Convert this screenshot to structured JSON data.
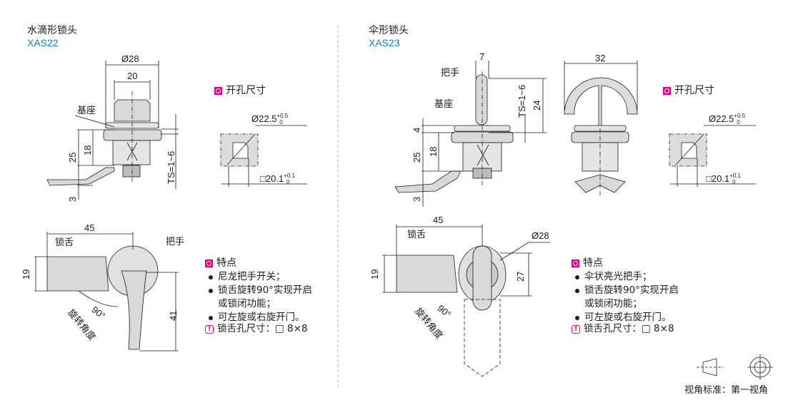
{
  "left": {
    "title": "水滴形锁头",
    "model": "XAS22",
    "dims": {
      "d28": "Ø28",
      "w20": "20",
      "h25": "25",
      "h18": "18",
      "h3": "3",
      "ts": "TS=1~6",
      "w45": "45",
      "h19": "19",
      "h41": "41",
      "angle": "90°"
    },
    "labels": {
      "base": "基座",
      "tongue": "锁舌",
      "handle": "把手",
      "rotation": "旋转角度"
    },
    "cutout": {
      "heading": "开孔尺寸",
      "dia": "Ø22.5",
      "dia_tol_upper": "+0.5",
      "dia_tol_lower": "0",
      "square": "□20.1",
      "sq_tol_upper": "+0.1",
      "sq_tol_lower": "0"
    },
    "features": {
      "heading": "特点",
      "items": [
        "尼龙把手开关；",
        "锁舌旋转90°实现开启",
        "或锁闭功能；",
        "可左旋或右旋开门。"
      ],
      "note": "锁舌孔尺寸：□ 8×8"
    }
  },
  "right": {
    "title": "伞形锁头",
    "model": "XAS23",
    "dims": {
      "w7": "7",
      "ts": "TS=1~6",
      "h24": "24",
      "h4": "4",
      "h25": "25",
      "h18": "18",
      "h3": "3",
      "w32": "32",
      "w45": "45",
      "d28": "Ø28",
      "h19": "19",
      "h27": "27",
      "angle": "90°"
    },
    "labels": {
      "handle": "把手",
      "base": "基座",
      "tongue": "锁舌",
      "rotation": "旋转角度"
    },
    "cutout": {
      "heading": "开孔尺寸",
      "dia": "Ø22.5",
      "dia_tol_upper": "+0.5",
      "dia_tol_lower": "0",
      "square": "□20.1",
      "sq_tol_upper": "+0.1",
      "sq_tol_lower": "0"
    },
    "features": {
      "heading": "特点",
      "items": [
        "伞状亮光把手；",
        "锁舌旋转90°实现开启",
        "或锁闭功能；",
        "可左旋或右旋开门。"
      ],
      "note": "锁舌孔尺寸：□ 8×8"
    }
  },
  "projection": {
    "label": "视角标准：第一视角"
  },
  "colors": {
    "accent": "#e4007f",
    "model": "#0a85c9"
  }
}
